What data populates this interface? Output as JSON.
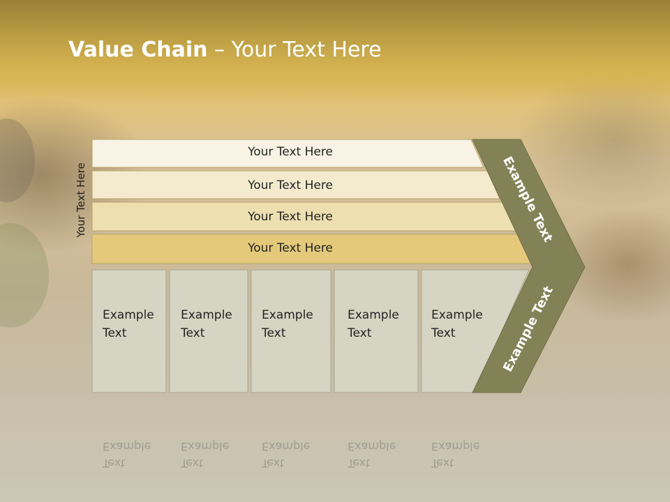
{
  "slide": {
    "title_bold": "Value Chain",
    "title_rest": " – Your Text Here",
    "vertical_label": "Your Text Here"
  },
  "rows": [
    {
      "label": "Your Text Here",
      "color": "#f8f3e4"
    },
    {
      "label": "Your Text Here",
      "color": "#f4ebcf"
    },
    {
      "label": "Your Text Here",
      "color": "#eedfb0"
    },
    {
      "label": "Your Text Here",
      "color": "#e5c97a"
    }
  ],
  "boxes": [
    {
      "line1": "Example",
      "line2": "Text"
    },
    {
      "line1": "Example",
      "line2": "Text"
    },
    {
      "line1": "Example",
      "line2": "Text"
    },
    {
      "line1": "Example",
      "line2": "Text"
    },
    {
      "line1": "Example",
      "line2": "Text"
    }
  ],
  "arrow": {
    "upper_text": "Example Text",
    "lower_text": "Example Text",
    "color": "#838257"
  },
  "colors": {
    "box_fill": "#d6d4c2",
    "row_stroke": "#b9a46a"
  }
}
